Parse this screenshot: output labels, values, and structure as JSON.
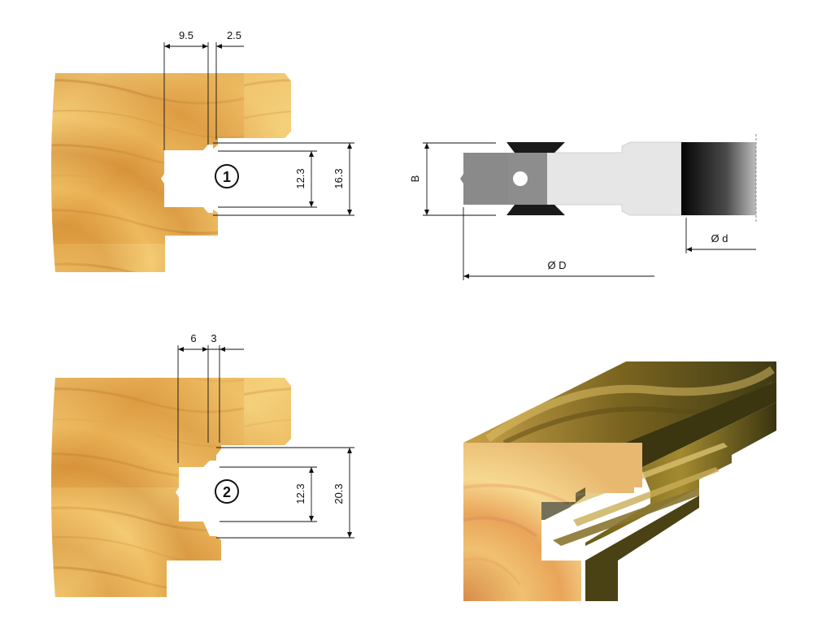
{
  "profile1": {
    "badge": "1",
    "dims": {
      "width_a": "9.5",
      "width_b": "2.5",
      "height_inner": "12.3",
      "height_outer": "16.3"
    }
  },
  "profile2": {
    "badge": "2",
    "dims": {
      "width_a": "6",
      "width_b": "3",
      "height_inner": "12.3",
      "height_outer": "20.3"
    }
  },
  "cutter": {
    "label_B": "B",
    "label_D": "Ø D",
    "label_d": "Ø d"
  },
  "colors": {
    "wood_light": "#f2c96a",
    "wood_mid": "#e3a744",
    "wood_dark": "#c9822a",
    "cutter_body": "#8a8a8a",
    "cutter_light": "#e6e6e6",
    "cutter_dark": "#2a2a2a",
    "line": "#111111"
  }
}
